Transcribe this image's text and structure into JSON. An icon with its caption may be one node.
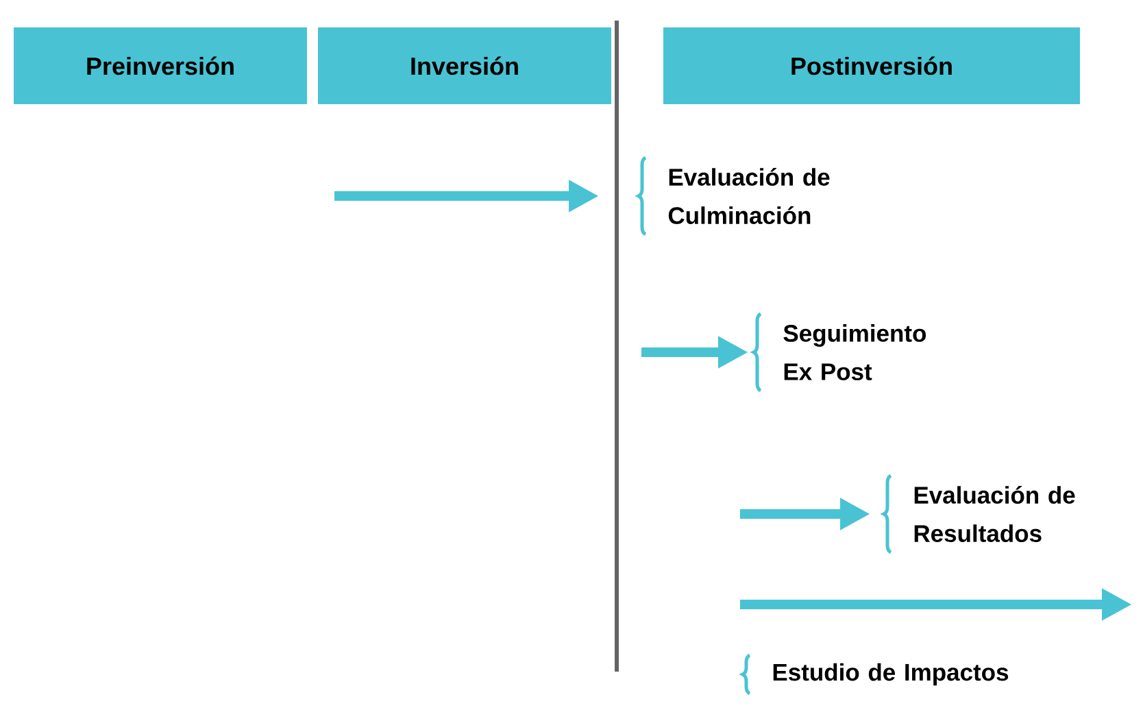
{
  "diagram": {
    "nodes": [
      {
        "text": [
          "Preinversión"
        ]
      },
      {
        "text": [
          "Inversión"
        ]
      },
      {
        "text": [
          "Postinversión"
        ]
      },
      {
        "text": [
          "Evaluación de Culminación"
        ]
      },
      {
        "text": [
          "Seguimiento Ex Post"
        ]
      },
      {
        "text": [
          "Evaluación de Resultados"
        ]
      },
      {
        "text": [
          "Estudio de Impactos"
        ]
      }
    ],
    "edges": [
      {
        "from": null,
        "to": 3,
        "arrow": "to"
      },
      {
        "from": null,
        "to": 4,
        "arrow": "to"
      },
      {
        "from": null,
        "to": 5,
        "arrow": "to"
      }
    ]
  }
}
